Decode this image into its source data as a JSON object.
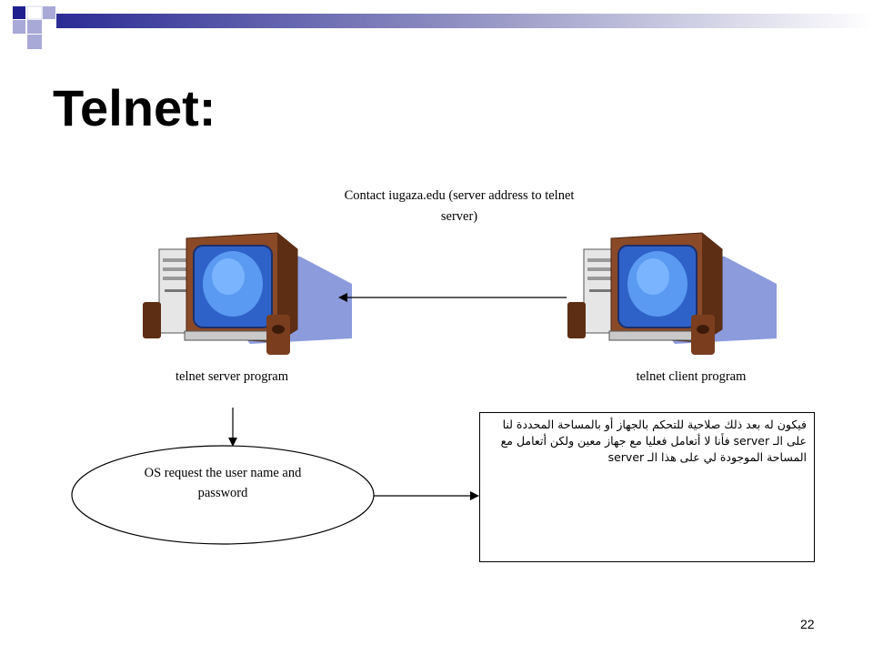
{
  "slide": {
    "title": "Telnet:",
    "page_number": "22"
  },
  "diagram": {
    "contact_label": "Contact iugaza.edu (server address to telnet server)",
    "server_label": "telnet server program",
    "client_label": "telnet client program",
    "os_request_label": "OS request the user name and password",
    "note_text": "فيكون له بعد ذلك صلاحية للتحكم بالجهاز أو بالمساحة المحددة لنا على الـ server فأنا لا أتعامل فعليا مع جهاز معين ولكن أتعامل مع المساحة الموجودة لي على هذا الـ server"
  },
  "colors": {
    "decor_navy": "#1f1f8f",
    "decor_lavender": "#a9a9d8",
    "screen_blue": "#3a79e8",
    "monitor_brown": "#7a3e1f",
    "shadow_blue": "#8c9bdc"
  }
}
